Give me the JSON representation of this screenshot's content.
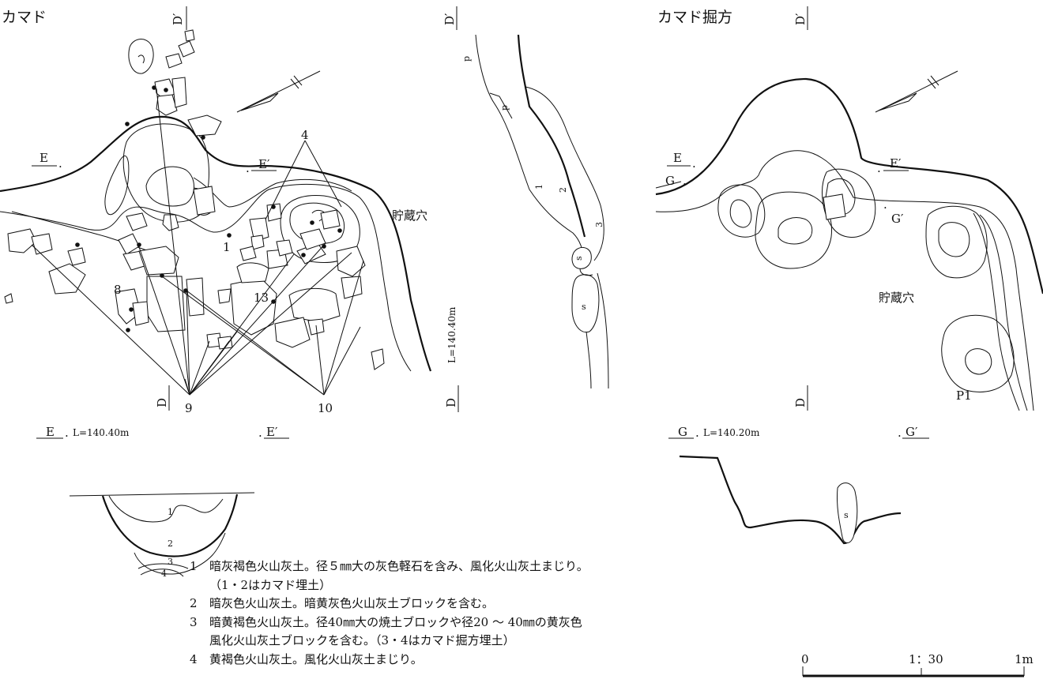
{
  "titles": {
    "kamado": "カマド",
    "kamado_horikata": "カマド掘方"
  },
  "points": {
    "D": "D",
    "D_prime": "D′",
    "E": "E",
    "E_prime": "E′",
    "G": "G",
    "G_prime": "G′"
  },
  "elevations": {
    "e_section": "L=140.40m",
    "d_section": "L=140.40m",
    "g_section": "L=140.20m"
  },
  "features": {
    "storage_pit": "貯蔵穴",
    "p1": "P1",
    "p": "p",
    "s": "s"
  },
  "artifact_numbers": [
    "1",
    "4",
    "8",
    "9",
    "10",
    "13"
  ],
  "layer_numbers": [
    "1",
    "2",
    "3",
    "4"
  ],
  "legend": [
    {
      "num": "1",
      "text": "暗灰褐色火山灰土。径５㎜大の灰色軽石を含み、風化火山灰土まじり。",
      "continuation": "（1・2はカマド埋土）"
    },
    {
      "num": "2",
      "text": "暗灰色火山灰土。暗黄灰色火山灰土ブロックを含む。",
      "continuation": ""
    },
    {
      "num": "3",
      "text": "暗黄褐色火山灰土。径40㎜大の焼土ブロックや径20 ～ 40㎜の黄灰色",
      "continuation": "風化火山灰土ブロックを含む。（3・4はカマド掘方埋土）"
    },
    {
      "num": "4",
      "text": "黄褐色火山灰土。風化火山灰土まじり。",
      "continuation": ""
    }
  ],
  "scale": {
    "zero": "0",
    "ratio": "1：30",
    "length": "1m"
  }
}
